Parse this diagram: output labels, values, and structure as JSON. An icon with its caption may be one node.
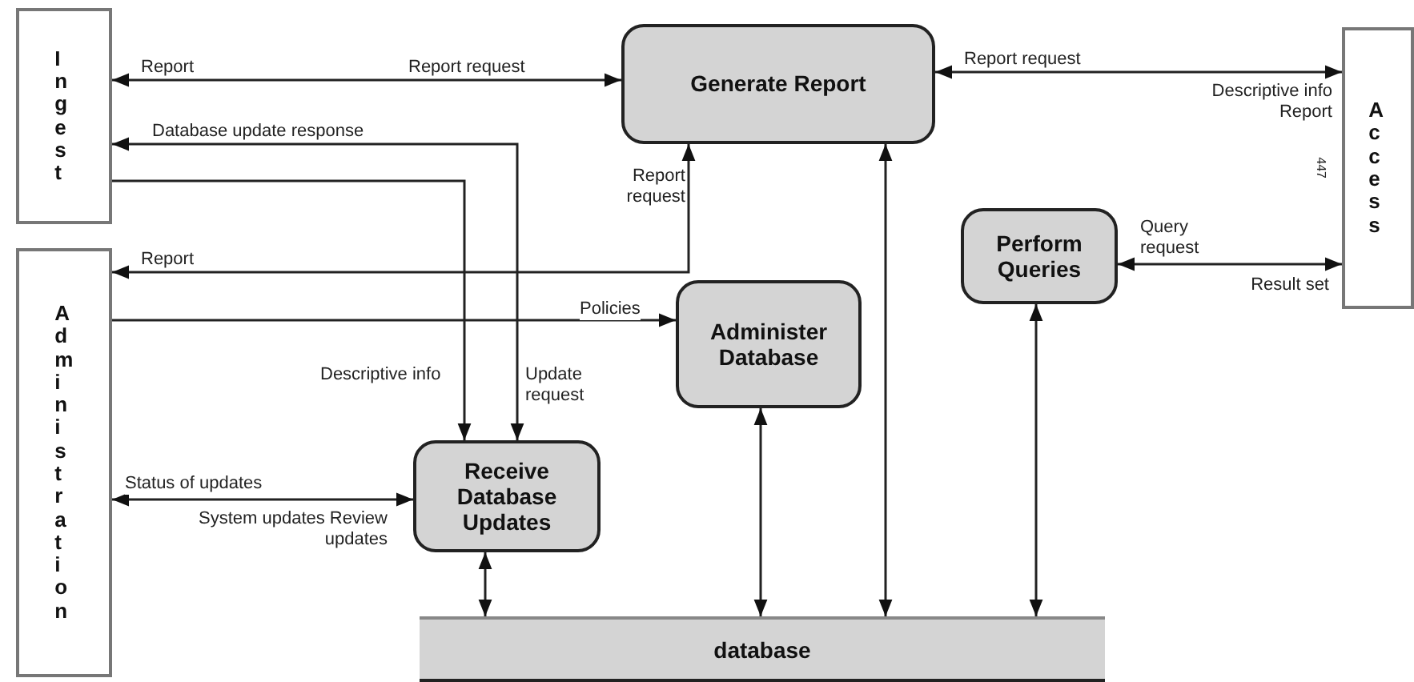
{
  "diagram": {
    "nodes": [
      {
        "text": [
          "Ingest"
        ]
      },
      {
        "text": [
          "Generate Report"
        ]
      },
      {
        "text": [
          "Access"
        ]
      },
      {
        "text": [
          "Administration"
        ]
      },
      {
        "text": [
          "Perform Queries"
        ]
      },
      {
        "text": [
          "Administer Database"
        ]
      },
      {
        "text": [
          "Receive Database Updates"
        ]
      },
      {
        "text": [
          "database"
        ]
      }
    ],
    "edges": [
      {
        "from": 0,
        "to": 1,
        "arrow": "both",
        "label": "Report request"
      },
      {
        "from": 6,
        "to": 0,
        "arrow": "both",
        "label": "Database update response"
      },
      {
        "from": 0,
        "to": 6,
        "arrow": "to",
        "label": "Descriptive info"
      },
      {
        "from": 1,
        "to": 3,
        "arrow": "both",
        "label": "Report request"
      },
      {
        "from": 3,
        "to": 5,
        "arrow": "to",
        "label": "Policies"
      },
      {
        "from": 3,
        "to": 6,
        "arrow": "both",
        "label": "Status of updates"
      },
      {
        "from": 6,
        "to": 7,
        "arrow": "both"
      },
      {
        "from": 5,
        "to": 7,
        "arrow": "both"
      },
      {
        "from": 1,
        "to": 7,
        "arrow": "both"
      },
      {
        "from": 4,
        "to": 7,
        "arrow": "both"
      },
      {
        "from": 1,
        "to": 2,
        "arrow": "both",
        "label": "Report request"
      },
      {
        "from": 4,
        "to": 2,
        "arrow": "both",
        "label": "Query request"
      }
    ],
    "labels": [
      "Report",
      "Report",
      "Update request",
      "System updates Review updates",
      "Descriptive info Report",
      "Result set",
      "447"
    ]
  }
}
